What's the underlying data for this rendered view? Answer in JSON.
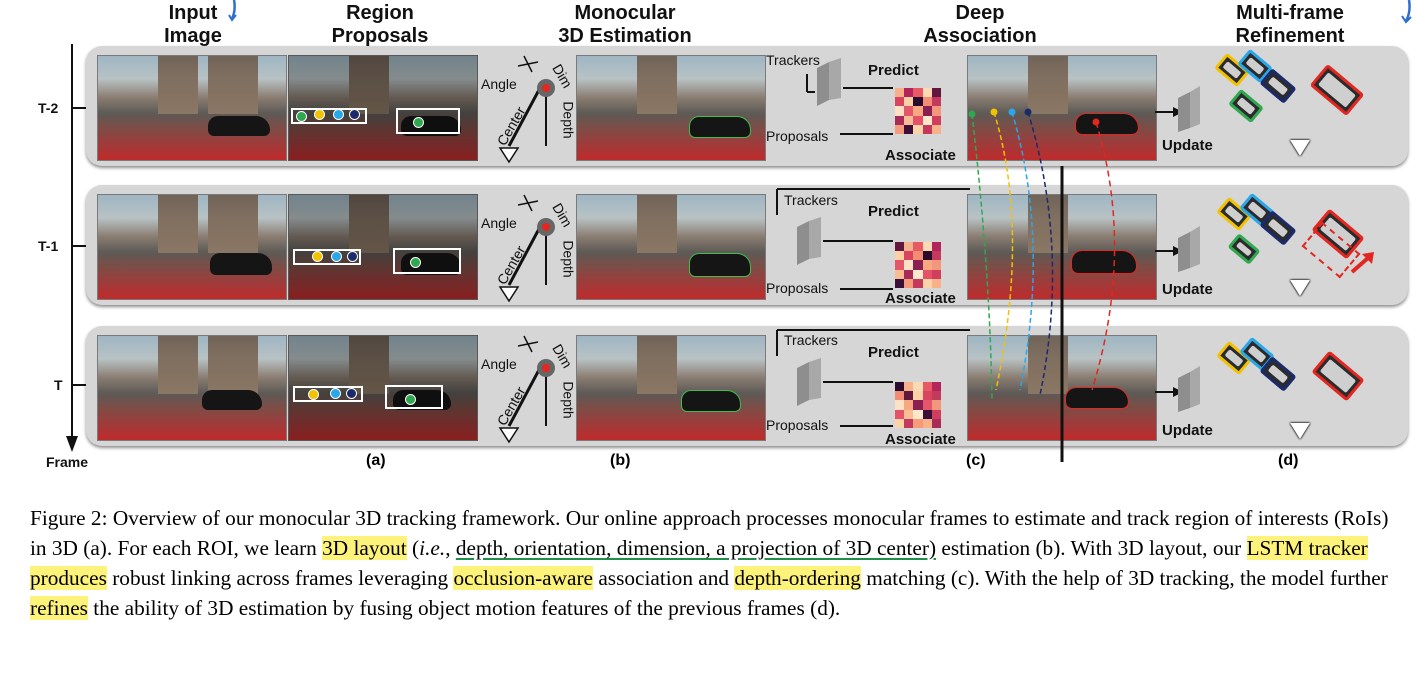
{
  "figure": {
    "headers": [
      [
        "Input",
        "Image"
      ],
      [
        "Region",
        "Proposals"
      ],
      [
        "Monocular",
        "3D Estimation"
      ],
      [
        "Deep",
        "Association"
      ],
      [
        "Multi-frame",
        "Refinement"
      ]
    ],
    "rows": [
      "T-2",
      "T-1",
      "T"
    ],
    "axis_label": "Frame",
    "sublabels": [
      "(a)",
      "(b)",
      "(c)",
      "(d)"
    ],
    "estimation_labels": {
      "angle": "Angle",
      "dim": "Dim",
      "center": "Center",
      "depth": "Depth"
    },
    "association_labels": {
      "trackers": "Trackers",
      "proposals": "Proposals",
      "predict": "Predict",
      "associate": "Associate"
    },
    "update_label": "Update",
    "track_colors": [
      "#f2c200",
      "#2aa7e8",
      "#1a2a6b",
      "#2fa84f",
      "#e3261f"
    ]
  },
  "caption": {
    "seg1": "Figure 2: Overview of our monocular 3D tracking framework. Our online approach processes monocular frames to estimate and track region of interests (RoIs) in 3D (a). For each ROI, we learn ",
    "hl1": "3D layout",
    "seg2": " (",
    "ie": "i.e.",
    "seg3": ", ",
    "ul1": "depth, orientation, dimension, a projection of 3D center)",
    "seg4": " estimation (b). With 3D layout, our ",
    "hl2": "LSTM tracker produces",
    "seg5": " robust linking across frames leveraging ",
    "hl3": "occlusion-aware",
    "seg6": " association and ",
    "hl4": "depth-ordering",
    "seg7": " matching (c). With the help of 3D tracking, the model further ",
    "hl5": "refines",
    "seg8": " the ability of 3D estimation by fusing object motion features of the previous frames (d)."
  }
}
